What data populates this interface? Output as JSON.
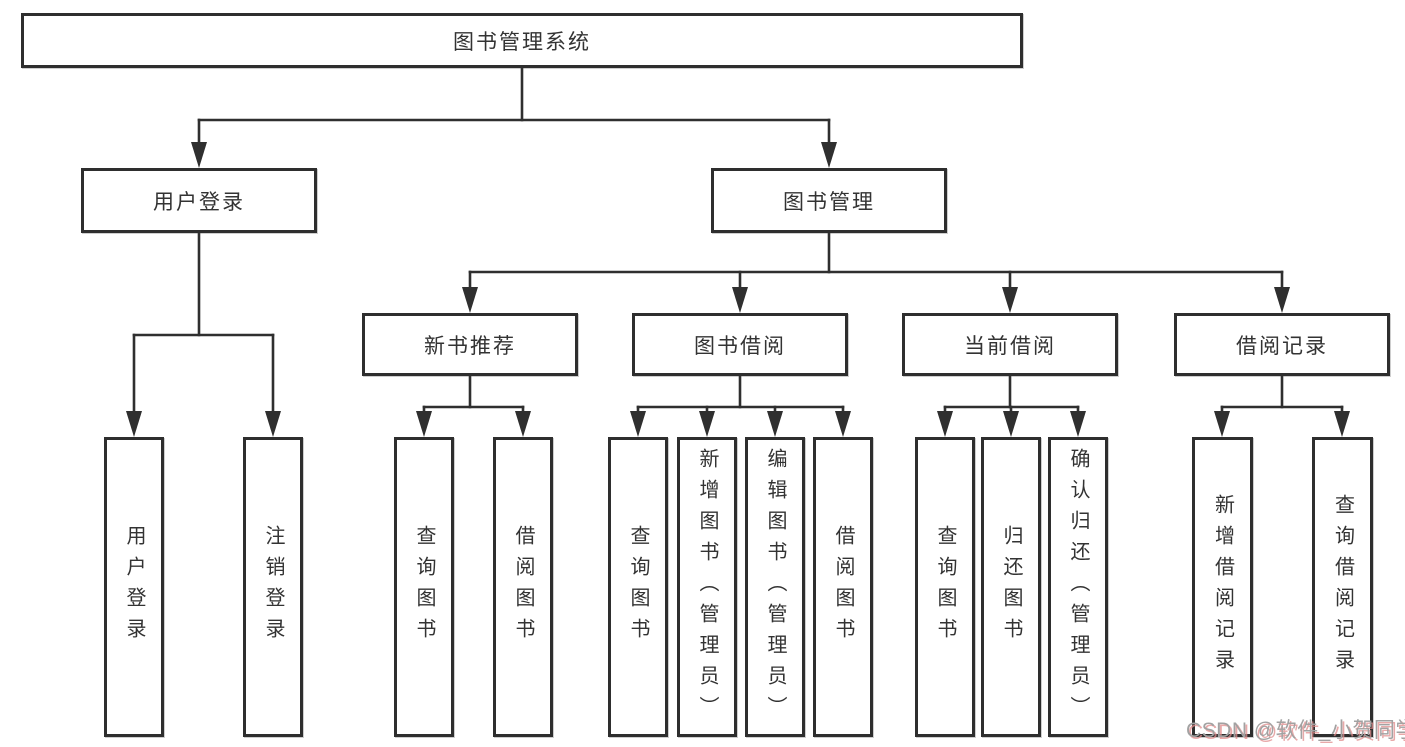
{
  "diagram": {
    "root": {
      "label": "图书管理系统",
      "children": [
        {
          "label": "用户登录",
          "children": [
            {
              "label": "用户登录"
            },
            {
              "label": "注销登录"
            }
          ]
        },
        {
          "label": "图书管理",
          "children": [
            {
              "label": "新书推荐",
              "children": [
                {
                  "label": "查询图书"
                },
                {
                  "label": "借阅图书"
                }
              ]
            },
            {
              "label": "图书借阅",
              "children": [
                {
                  "label": "查询图书"
                },
                {
                  "label": "新增图书（管理员）"
                },
                {
                  "label": "编辑图书（管理员）"
                },
                {
                  "label": "借阅图书"
                }
              ]
            },
            {
              "label": "当前借阅",
              "children": [
                {
                  "label": "查询图书"
                },
                {
                  "label": "归还图书"
                },
                {
                  "label": "确认归还（管理员）"
                }
              ]
            },
            {
              "label": "借阅记录",
              "children": [
                {
                  "label": "新增借阅记录"
                },
                {
                  "label": "查询借阅记录"
                }
              ]
            }
          ]
        }
      ]
    }
  },
  "watermark": {
    "text": "CSDN @软件_小贺同学"
  },
  "colors": {
    "line": "#2f2f2f",
    "box_border": "#2e2e2e",
    "text": "#333333",
    "background": "#ffffff",
    "watermark_text": "#a2a2a2",
    "watermark_shadow": "#e08c8c"
  }
}
